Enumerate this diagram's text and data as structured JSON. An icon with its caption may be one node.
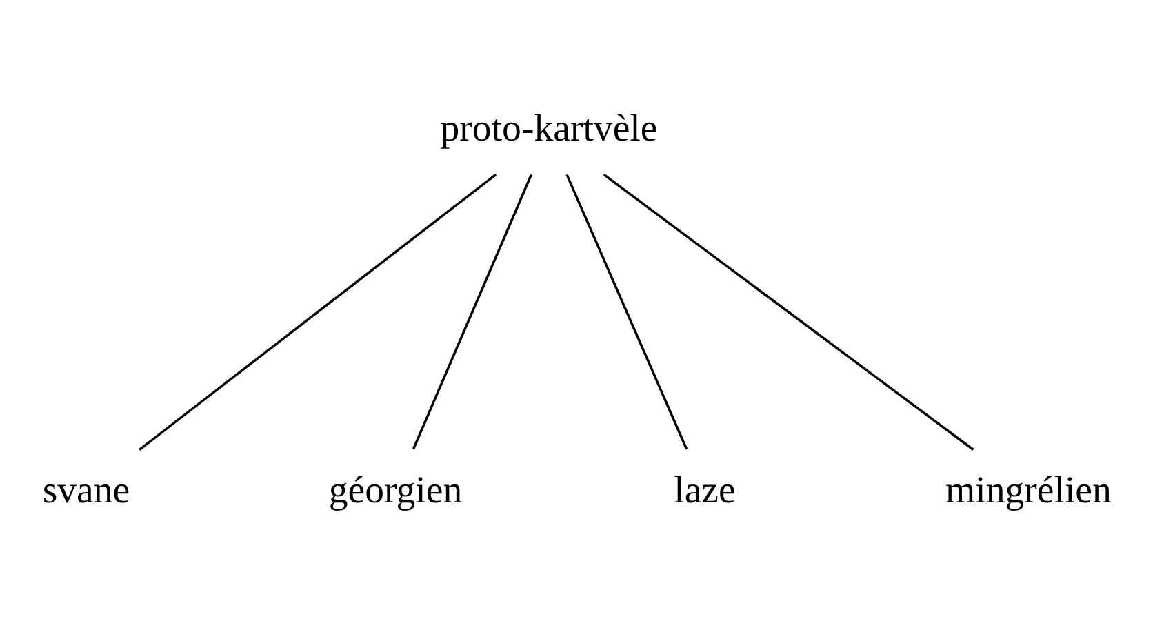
{
  "diagram": {
    "nodes": [
      {
        "text": [
          "proto-kartvèle"
        ]
      },
      {
        "text": [
          "svane"
        ]
      },
      {
        "text": [
          "géorgien"
        ]
      },
      {
        "text": [
          "laze"
        ]
      },
      {
        "text": [
          "mingrélien"
        ]
      }
    ],
    "edges": [
      {
        "from": 0,
        "to": 1,
        "arrow": "none"
      },
      {
        "from": 0,
        "to": 2,
        "arrow": "none"
      },
      {
        "from": 0,
        "to": 3,
        "arrow": "none"
      },
      {
        "from": 0,
        "to": 4,
        "arrow": "none"
      }
    ]
  }
}
